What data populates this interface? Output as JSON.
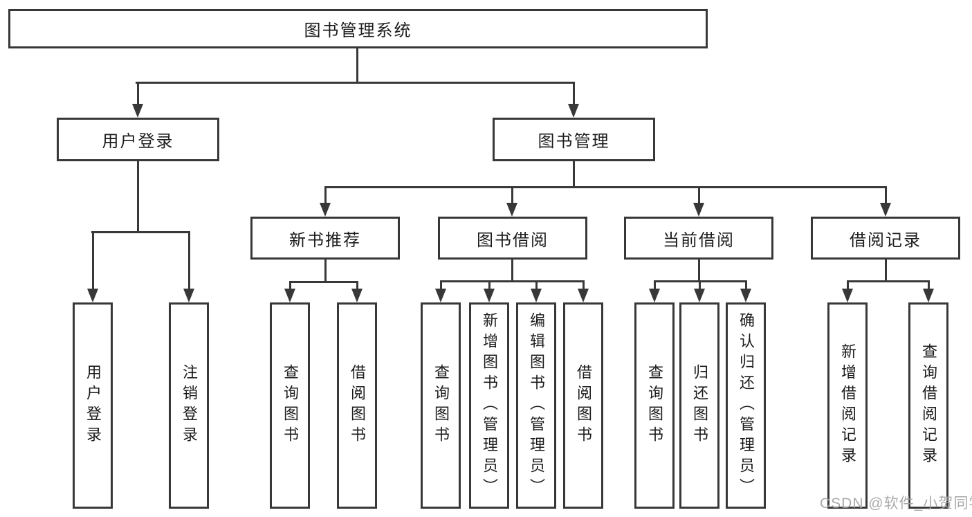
{
  "diagram": {
    "title": "图书管理系统",
    "branches": [
      {
        "label": "用户登录",
        "children": [
          {
            "label": "用户登录"
          },
          {
            "label": "注销登录"
          }
        ]
      },
      {
        "label": "图书管理",
        "children": [
          {
            "label": "新书推荐",
            "children": [
              {
                "label": "查询图书"
              },
              {
                "label": "借阅图书"
              }
            ]
          },
          {
            "label": "图书借阅",
            "children": [
              {
                "label": "查询图书"
              },
              {
                "label": "新增图书（管理员）"
              },
              {
                "label": "编辑图书（管理员）"
              },
              {
                "label": "借阅图书"
              }
            ]
          },
          {
            "label": "当前借阅",
            "children": [
              {
                "label": "查询图书"
              },
              {
                "label": "归还图书"
              },
              {
                "label": "确认归还（管理员）"
              }
            ]
          },
          {
            "label": "借阅记录",
            "children": [
              {
                "label": "新增借阅记录"
              },
              {
                "label": "查询借阅记录"
              }
            ]
          }
        ]
      }
    ]
  },
  "watermark": {
    "text": "CSDN @软件_小贺同学"
  },
  "colors": {
    "line": "#383838",
    "text": "#1c1c1c",
    "background": "#ffffff",
    "watermark": "#9f9f9f"
  }
}
